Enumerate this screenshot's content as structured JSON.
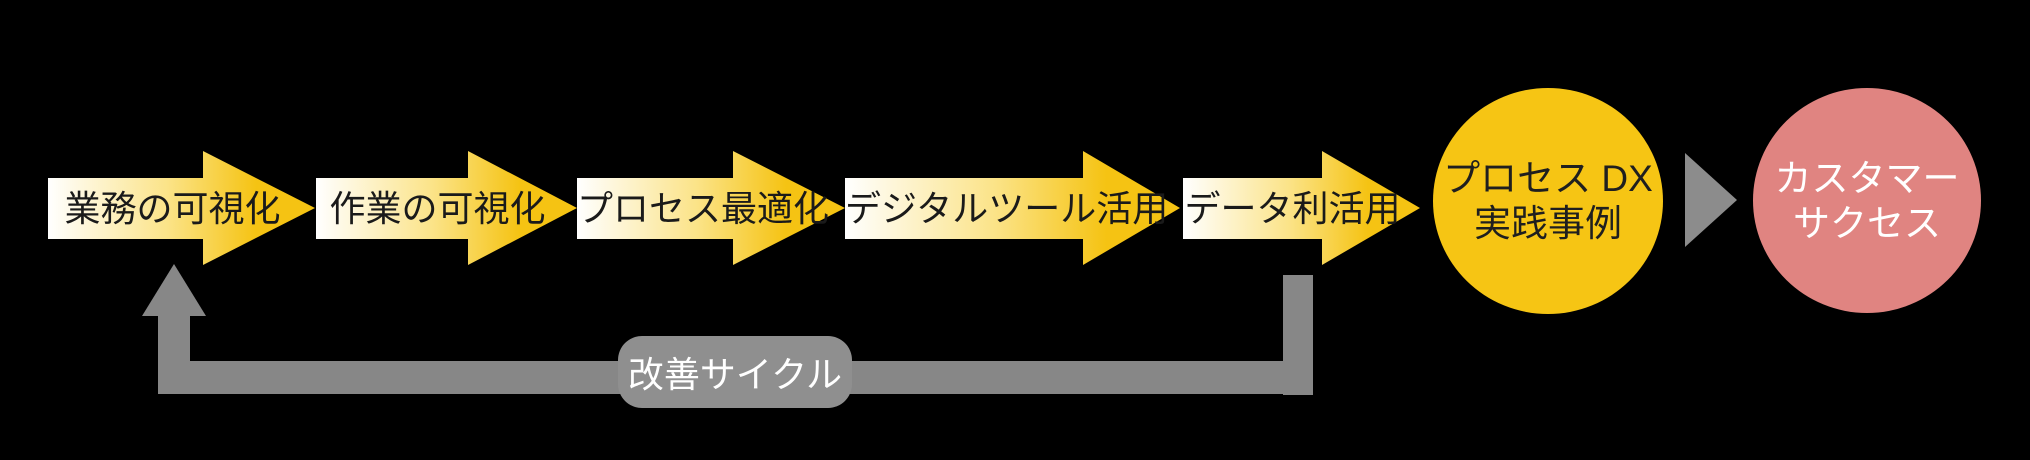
{
  "canvas": {
    "background": "#000000"
  },
  "flow": {
    "steps": [
      {
        "label": "業務の可視化"
      },
      {
        "label": "作業の可視化"
      },
      {
        "label": "プロセス最適化"
      },
      {
        "label": "デジタルツール活用"
      },
      {
        "label": "データ利活用"
      }
    ],
    "arrow_gradient": {
      "start": "#ffffff",
      "mid": "#fbe387",
      "end": "#f5c313"
    },
    "text_color": "#1a1a1a"
  },
  "result_nodes": {
    "process_dx": {
      "line1": "プロセス DX",
      "line2": "実践事例",
      "fill": "#f6c514",
      "text_color": "#1f1f1f"
    },
    "connector_color": "#8c8c8c",
    "customer_success": {
      "line1": "カスタマー",
      "line2": "サクセス",
      "fill": "#e08481",
      "text_color": "#ffffff"
    }
  },
  "cycle": {
    "label": "改善サイクル",
    "line_color": "#878787",
    "badge_color": "#8f8f8f",
    "label_text_color": "#ffffff"
  }
}
